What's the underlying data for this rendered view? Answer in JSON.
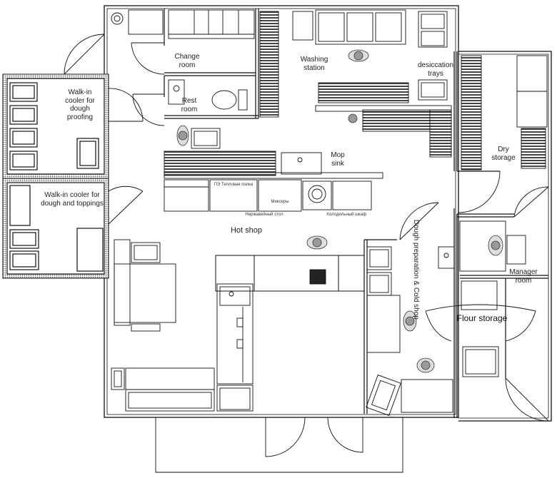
{
  "rooms": {
    "change_room": "Change room",
    "washing_station": "Washing station",
    "desiccation_trays": "desiccation trays",
    "rest_room": "Rest room",
    "walkin_proofing": "Walk-in cooler for dough proofing",
    "walkin_toppings": "Walk-in cooler for dough and toppings",
    "mop_sink": "Mop sink",
    "dry_storage": "Dry storage",
    "hot_shop": "Hot shop",
    "manager_room": "Manager room",
    "dough_prep": "Dough preparation & Cold shop",
    "flour_storage": "Flour storage"
  },
  "equipment": {
    "teplovaya_polka": "ПЭ Тепловая полка",
    "miksery": "Миксеры",
    "nerzhaveyushchiy_stol": "Нержавейный стол",
    "kholodilny_shkaf": "Холодильный шкаф"
  },
  "colors": {
    "wall": "#111111",
    "line": "#333333",
    "insulation": "#555555",
    "background": "#ffffff"
  }
}
